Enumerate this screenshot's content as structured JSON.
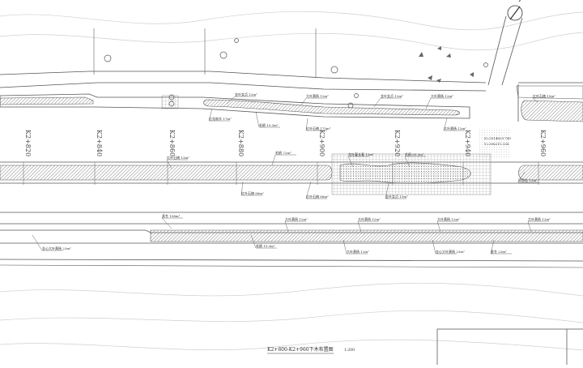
{
  "drawing": {
    "title": "K2+800-K2+960下木布置图",
    "scale": "1:200",
    "colors": {
      "line": "#555555",
      "hatch": "#7a7a7a",
      "paper": "#ffffff",
      "dense": "#333333"
    }
  },
  "chainages": [
    "K2+820",
    "K2+840",
    "K2+860",
    "K2+880",
    "K2+900",
    "K2+920",
    "K2+940",
    "K2+960"
  ],
  "coordinates": [
    "X=3314620.749",
    "Y=396211.334"
  ],
  "annotations": [
    "金叶女贞 12m²",
    "红花继木 17m²",
    "毛鹃 19.3m²",
    "大叶黄杨 12m²",
    "红叶石楠 175m²",
    "红叶石楠 86m²",
    "毛鹃 72m²",
    "金叶女贞 12m²",
    "大叶黄杨 12m²",
    "花叶蔓长春 13m²",
    "毛鹃 69.3m²",
    "金叶女贞 13m²",
    "红叶石楠 86m²",
    "大叶黄杨 12m²",
    "毛鹃 19.3m²",
    "金心大叶黄杨 23m²",
    "麦冬 106m²",
    "大叶黄杨 12m²",
    "大叶黄杨 12m²",
    "大叶黄杨 12m²",
    "大叶黄杨 12m²",
    "大叶黄杨 12m²",
    "四季桂 13m²",
    "红叶石楠 15m²",
    "金心大叶黄杨 23m²",
    "麦冬 23m²",
    "红叶石楠 13m²"
  ]
}
